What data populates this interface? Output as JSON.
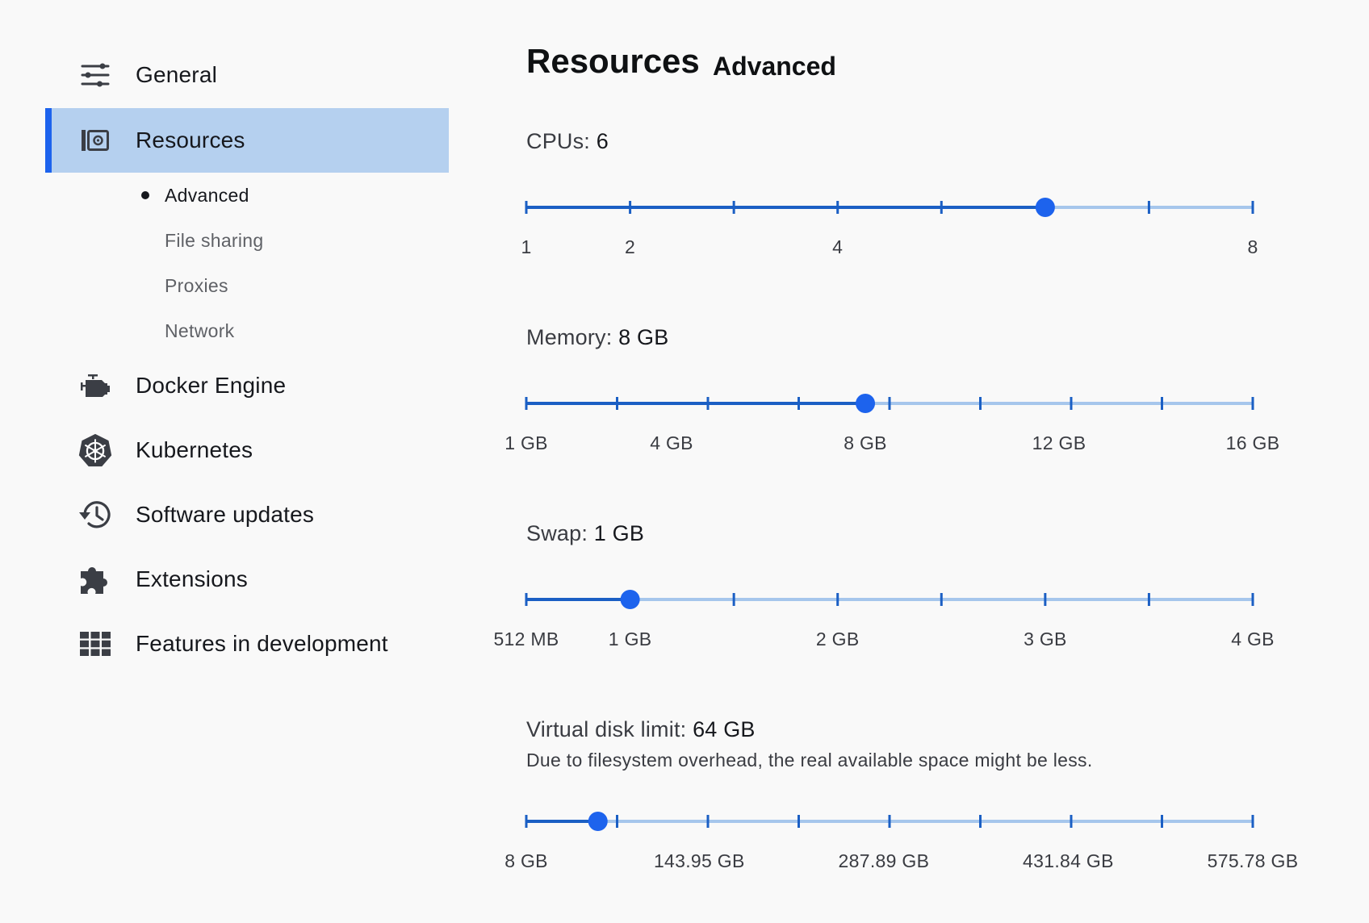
{
  "sidebar": {
    "items": [
      {
        "label": "General",
        "icon": "sliders-icon"
      },
      {
        "label": "Resources",
        "icon": "resources-icon"
      },
      {
        "label": "Docker Engine",
        "icon": "engine-icon"
      },
      {
        "label": "Kubernetes",
        "icon": "kubernetes-icon"
      },
      {
        "label": "Software updates",
        "icon": "history-icon"
      },
      {
        "label": "Extensions",
        "icon": "puzzle-icon"
      },
      {
        "label": "Features in development",
        "icon": "grid-icon"
      }
    ],
    "active_item": "Resources",
    "sub_items": [
      {
        "label": "Advanced"
      },
      {
        "label": "File sharing"
      },
      {
        "label": "Proxies"
      },
      {
        "label": "Network"
      }
    ],
    "selected_sub_item": "Advanced"
  },
  "main": {
    "title": "Resources",
    "tab": "Advanced",
    "settings": {
      "cpus": {
        "label": "CPUs:",
        "value": "6",
        "tick_labels": [
          "1",
          "2",
          "4",
          "8"
        ],
        "ticks": 8,
        "position": 0.7143
      },
      "memory": {
        "label": "Memory:",
        "value": "8 GB",
        "tick_labels": [
          "1 GB",
          "4 GB",
          "8 GB",
          "12 GB",
          "16 GB"
        ],
        "ticks": 9,
        "position": 0.4667
      },
      "swap": {
        "label": "Swap:",
        "value": "1 GB",
        "tick_labels": [
          "512 MB",
          "1 GB",
          "2 GB",
          "3 GB",
          "4 GB"
        ],
        "ticks": 8,
        "position": 0.1429
      },
      "disk": {
        "label": "Virtual disk limit:",
        "value": "64 GB",
        "description": "Due to filesystem overhead, the real available space might be less.",
        "tick_labels": [
          "8 GB",
          "143.95 GB",
          "287.89 GB",
          "431.84 GB",
          "575.78 GB"
        ],
        "ticks": 9,
        "position": 0.0986
      }
    }
  },
  "colors": {
    "accent": "#1d63ed",
    "track_filled": "#1b5fc4",
    "track_empty": "#a6c6ec",
    "active_bg": "#b5d0ef",
    "background": "#f9f9f9"
  }
}
